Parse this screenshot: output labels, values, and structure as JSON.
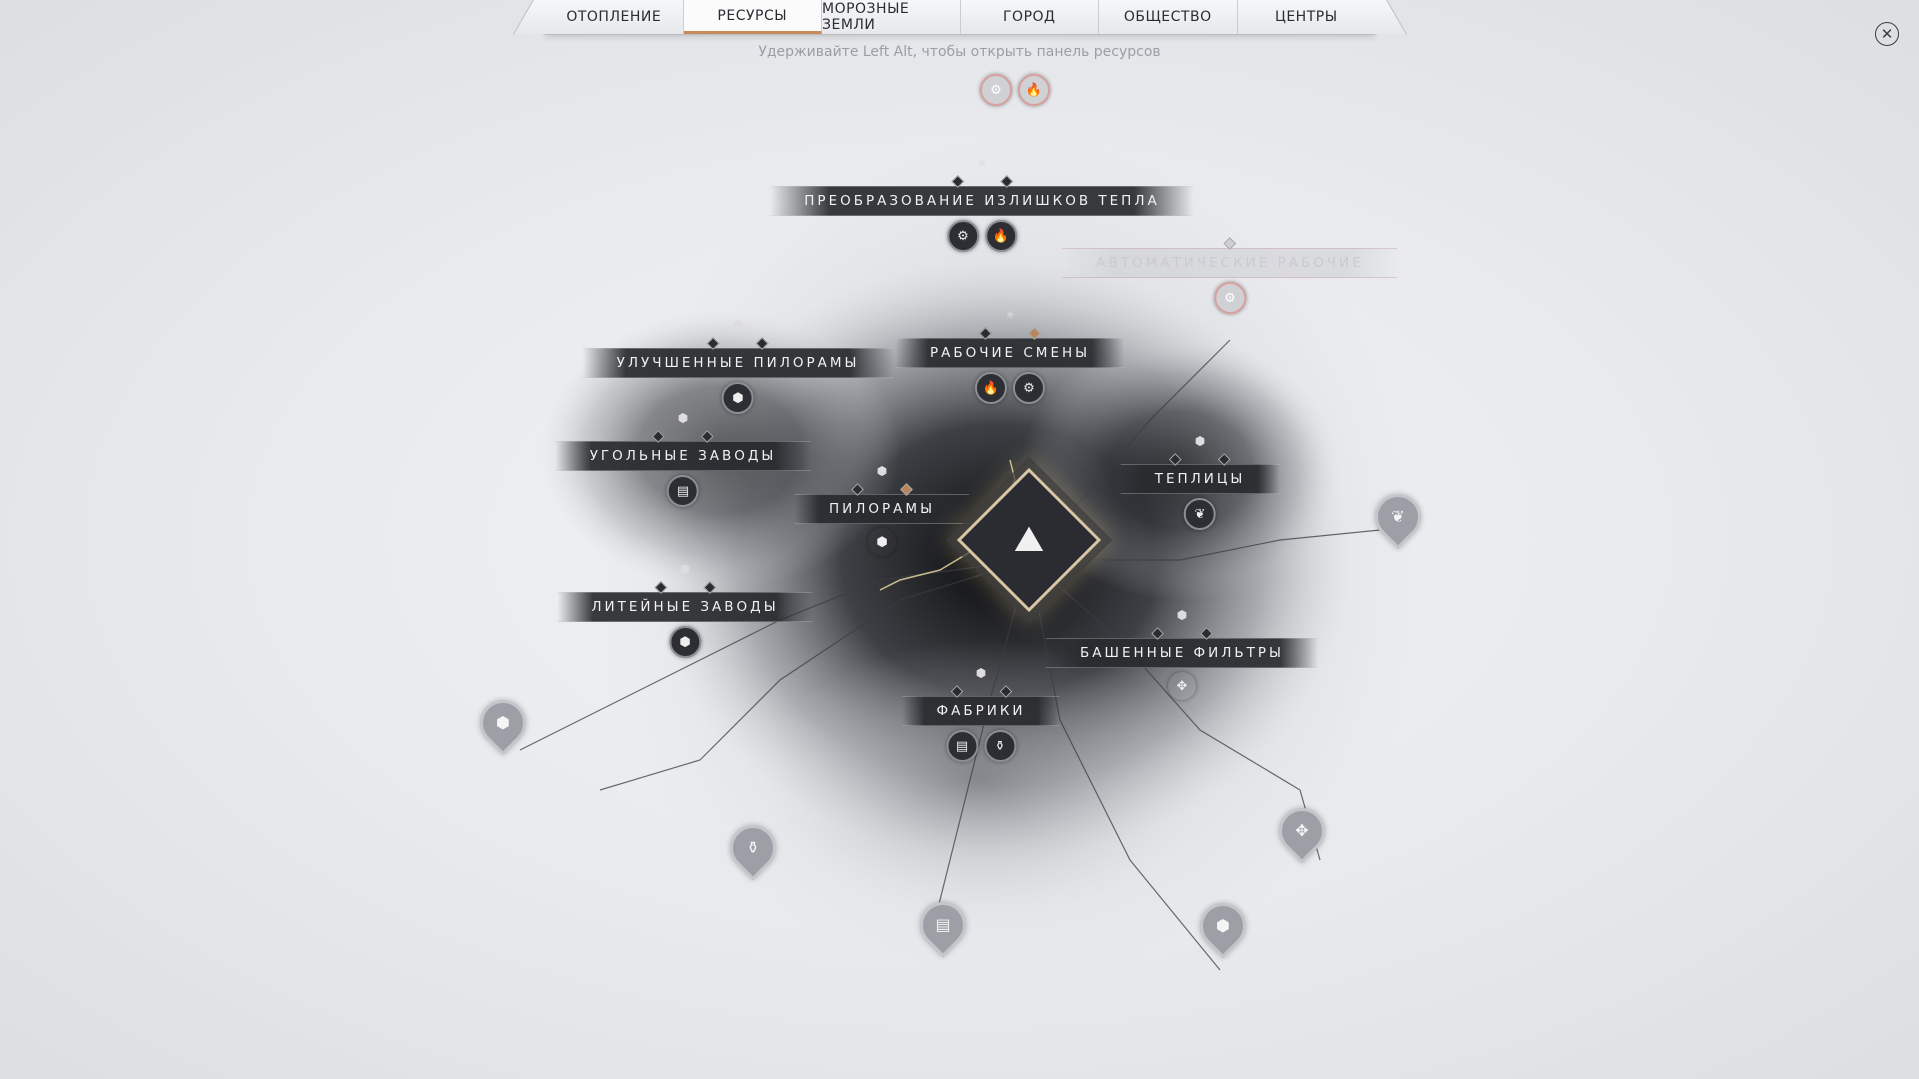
{
  "tabs": [
    {
      "label": "ОТОПЛЕНИЕ",
      "active": false
    },
    {
      "label": "РЕСУРСЫ",
      "active": true
    },
    {
      "label": "МОРОЗНЫЕ ЗЕМЛИ",
      "active": false
    },
    {
      "label": "ГОРОД",
      "active": false
    },
    {
      "label": "ОБЩЕСТВО",
      "active": false
    },
    {
      "label": "ЦЕНТРЫ",
      "active": false
    }
  ],
  "hint": "Удерживайте Left Alt, чтобы открыть панель ресурсов",
  "close_icon": "close-icon",
  "accent_color": "#c98a5a",
  "nodes": {
    "heat_conversion": "ПРЕОБРАЗОВАНИЕ ИЗЛИШКОВ ТЕПЛА",
    "auto_workers": "АВТОМАТИЧЕСКИЕ РАБОЧИЕ",
    "work_shifts": "РАБОЧИЕ СМЕНЫ",
    "improved_sawmills": "УЛУЧШЕННЫЕ ПИЛОРАМЫ",
    "coal_plants": "УГОЛЬНЫЕ ЗАВОДЫ",
    "sawmills": "ПИЛОРАМЫ",
    "greenhouses": "ТЕПЛИЦЫ",
    "foundries": "ЛИТЕЙНЫЕ ЗАВОДЫ",
    "tower_filters": "БАШЕННЫЕ ФИЛЬТРЫ",
    "factories": "ФАБРИКИ"
  }
}
